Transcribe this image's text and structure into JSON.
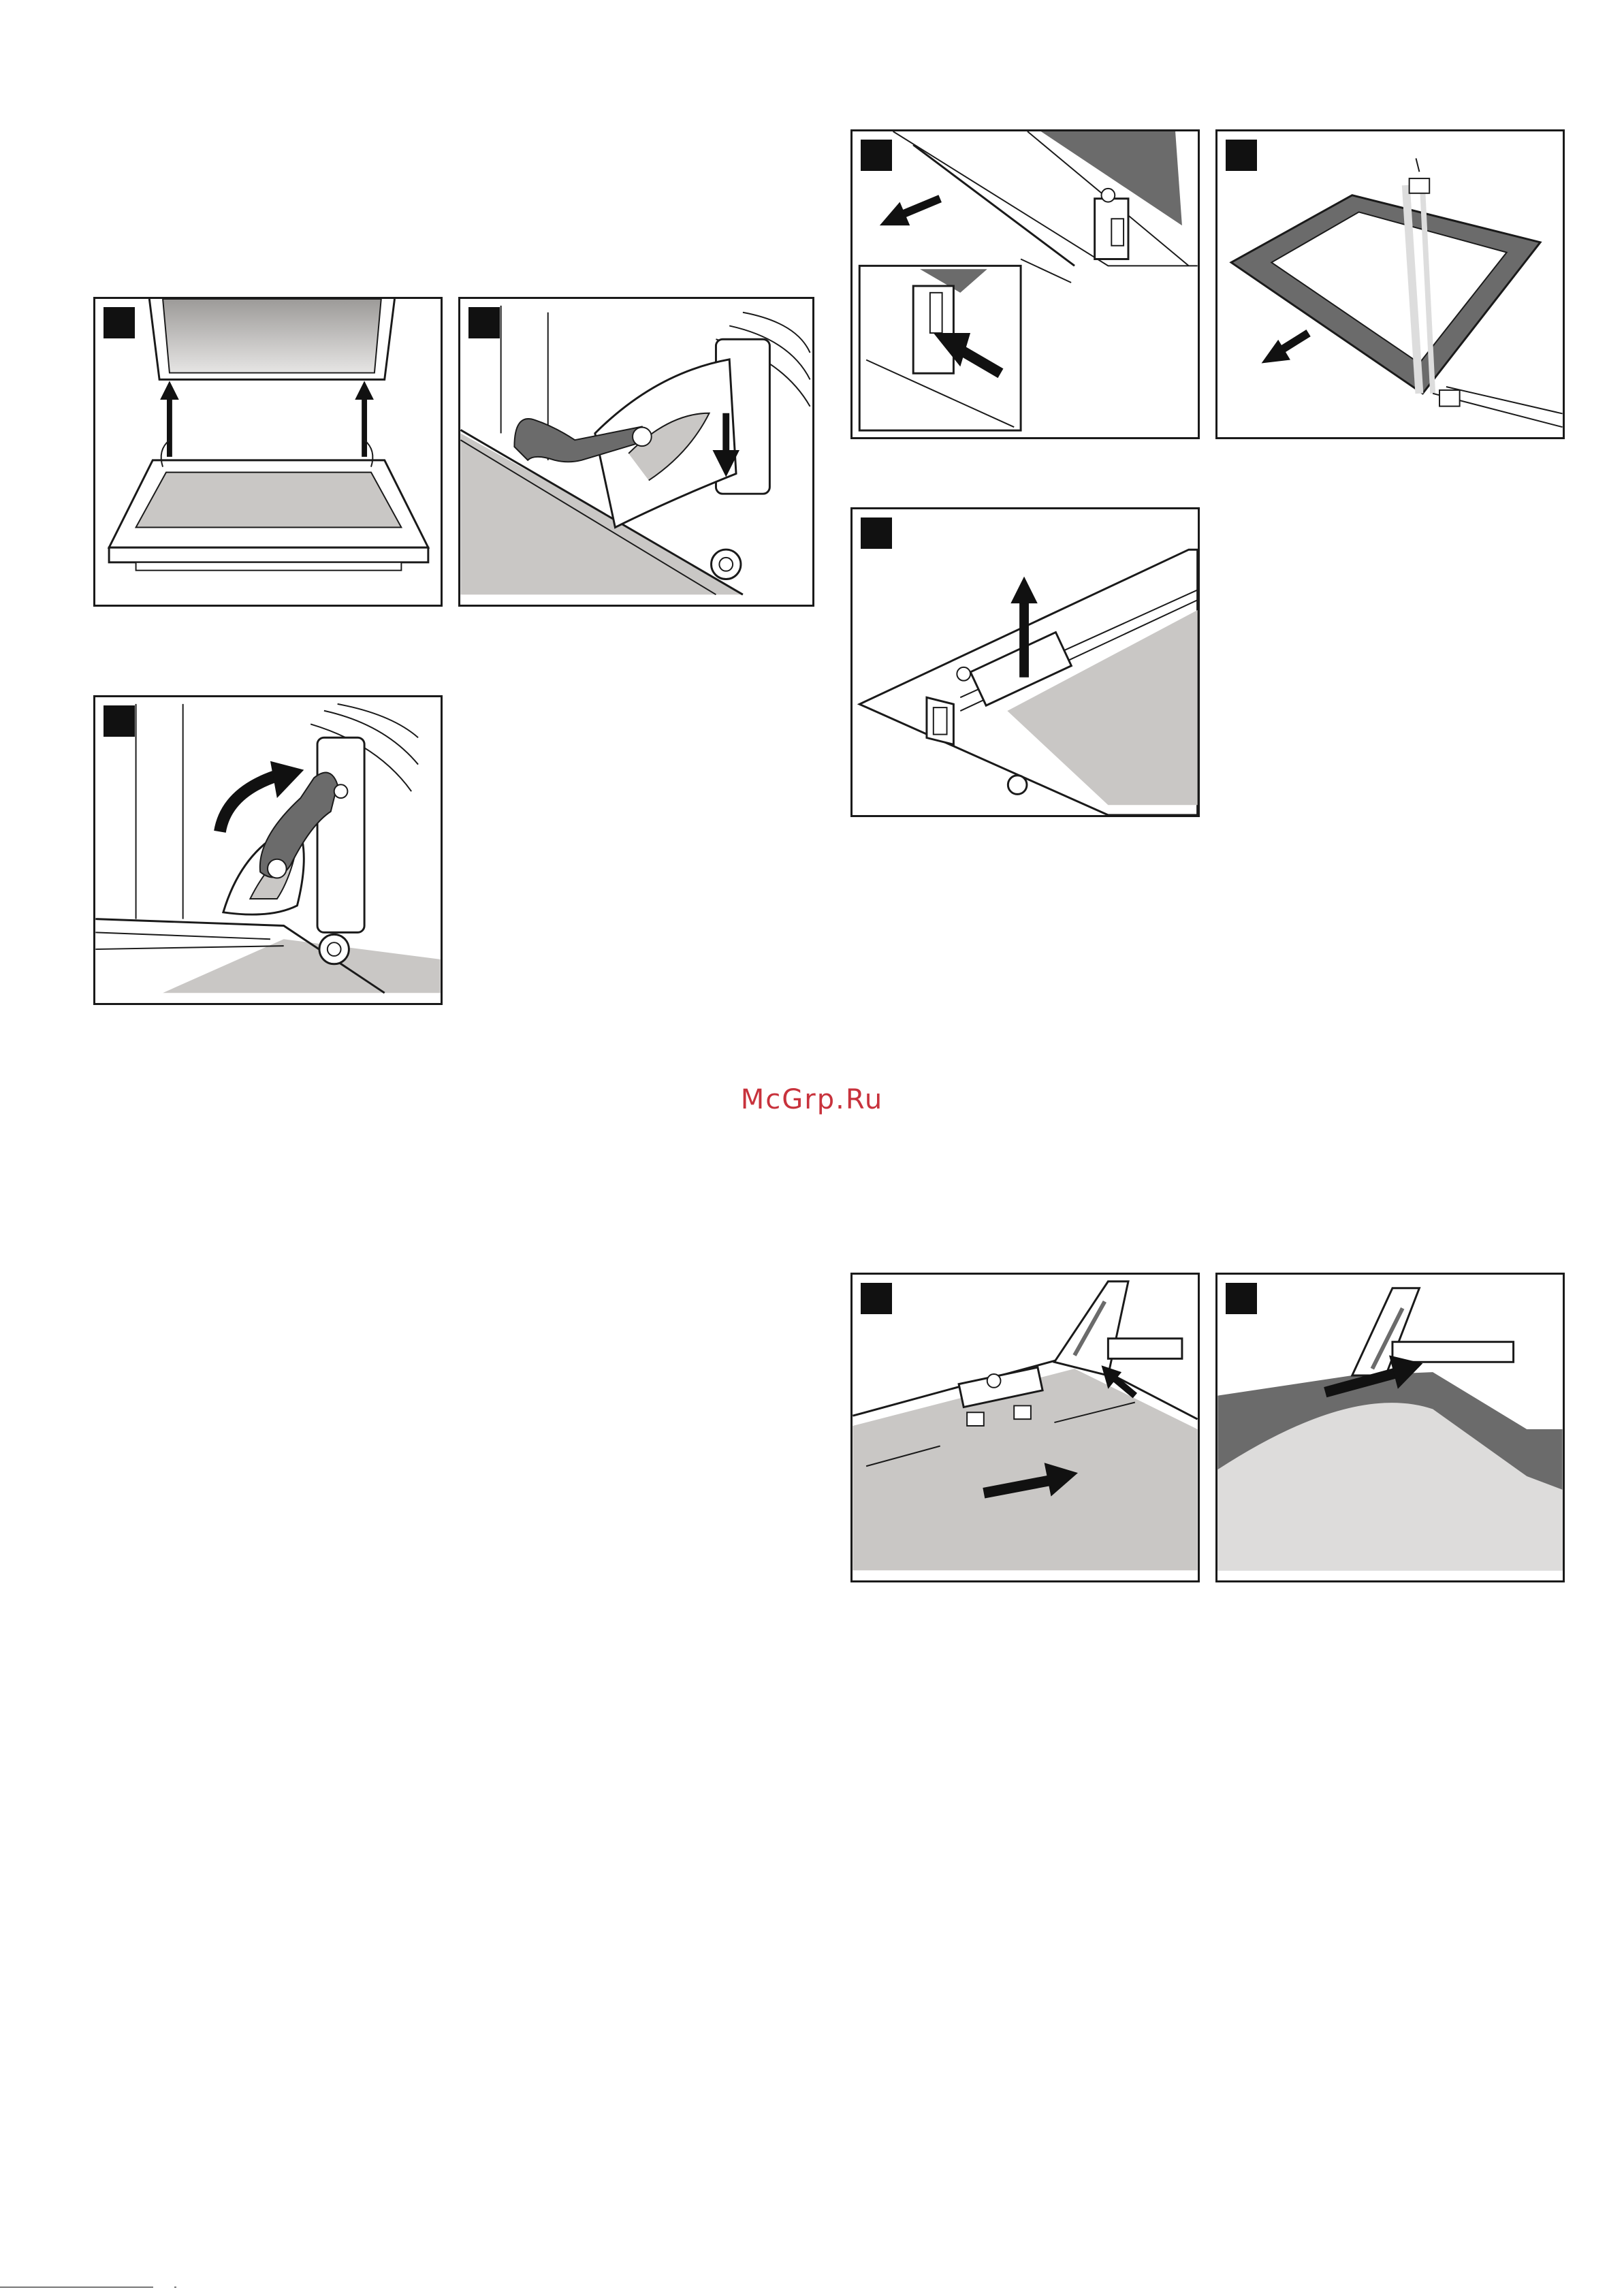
{
  "watermark": "McGrp.Ru",
  "colors": {
    "ink": "#1a1a1a",
    "light_grey": "#c9c7c5",
    "mid_grey": "#a9a7a5",
    "dark_grey": "#6b6b6b",
    "watermark": "#c8323c"
  },
  "figures": [
    {
      "id": "fig1",
      "depicts": "oven-door-glass-lift"
    },
    {
      "id": "fig2",
      "depicts": "hinge-lever-press-down"
    },
    {
      "id": "fig3",
      "depicts": "hinge-lever-swing-up"
    },
    {
      "id": "fig4",
      "depicts": "door-cover-slide-out"
    },
    {
      "id": "fig5",
      "depicts": "inner-pane-remove"
    },
    {
      "id": "fig6",
      "depicts": "clip-lift-up"
    },
    {
      "id": "fig7",
      "depicts": "pane-slide-in"
    },
    {
      "id": "fig8",
      "depicts": "cover-slide-back"
    }
  ]
}
